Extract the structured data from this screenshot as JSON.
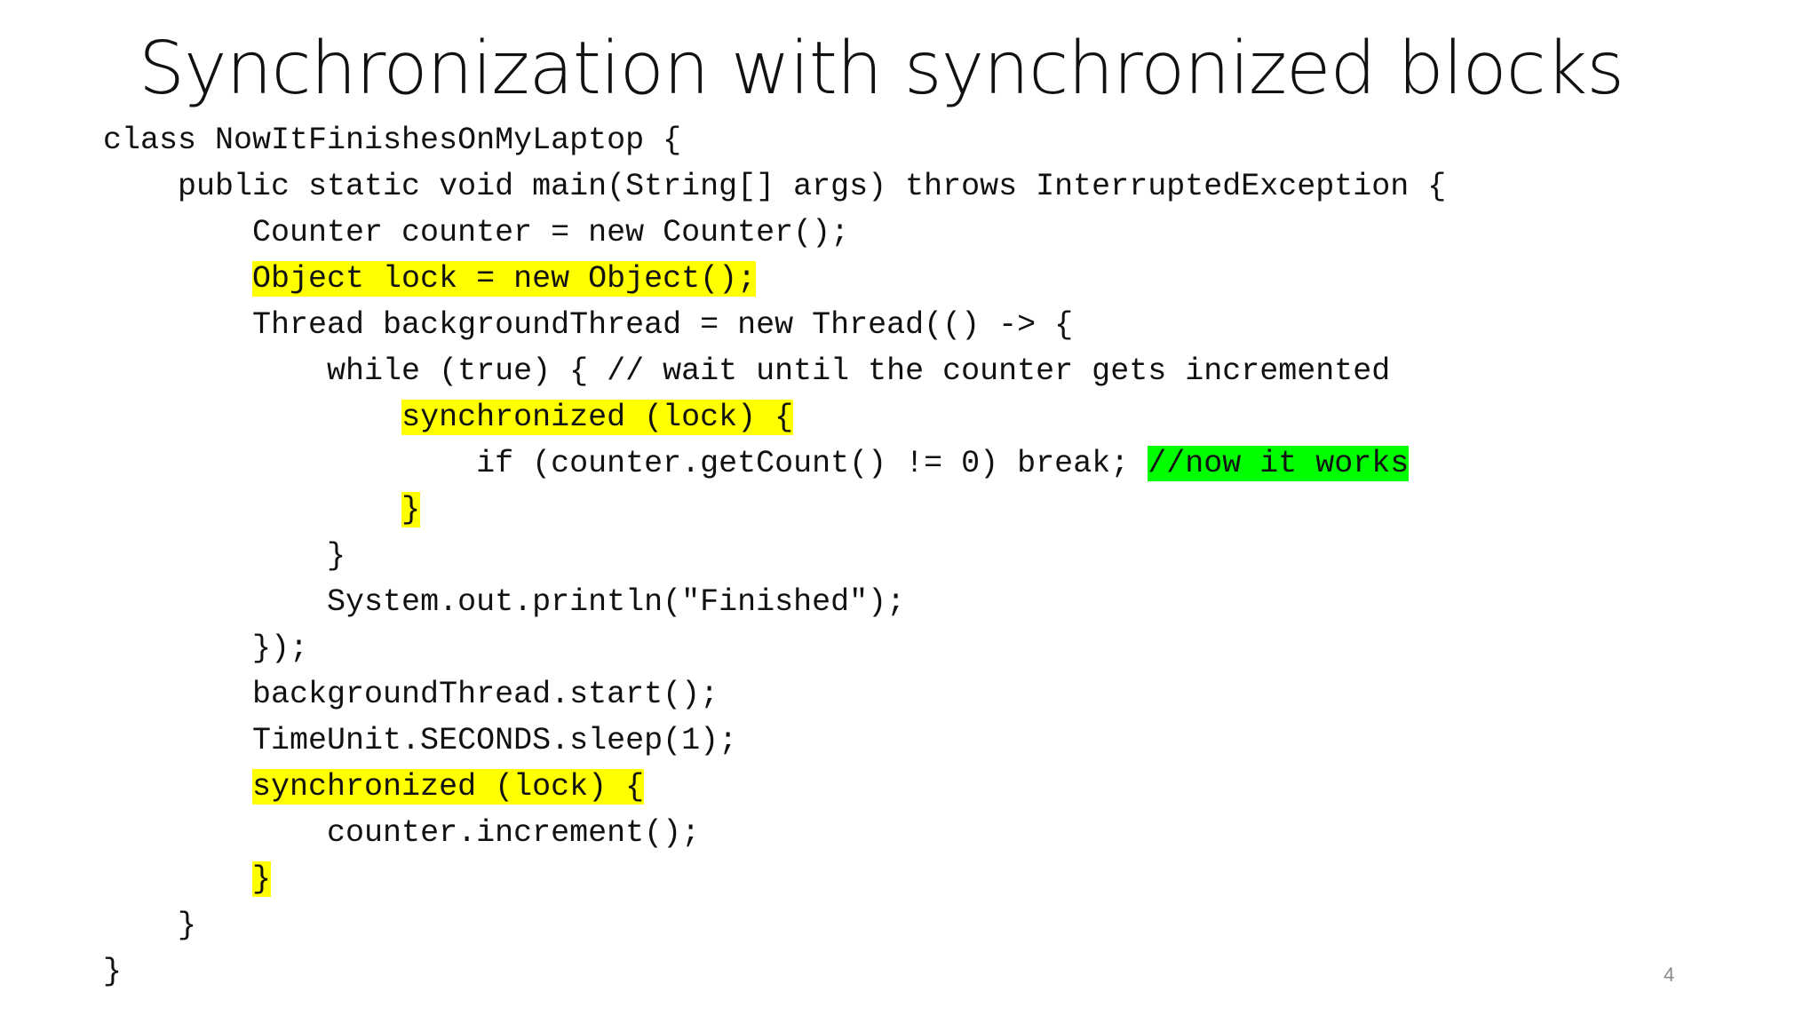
{
  "slide": {
    "title": "Synchronization with synchronized blocks",
    "page_number": "4",
    "highlight_colors": {
      "yellow": "#ffff00",
      "green": "#00ff00"
    }
  },
  "code": {
    "lines": [
      {
        "indent": "",
        "segments": [
          {
            "text": "class NowItFinishesOnMyLaptop {",
            "highlight": "none"
          }
        ]
      },
      {
        "indent": "    ",
        "segments": [
          {
            "text": "public static void main(String[] args) throws InterruptedException {",
            "highlight": "none"
          }
        ]
      },
      {
        "indent": "        ",
        "segments": [
          {
            "text": "Counter counter = new Counter();",
            "highlight": "none"
          }
        ]
      },
      {
        "indent": "        ",
        "segments": [
          {
            "text": "Object lock = new Object();",
            "highlight": "yellow"
          }
        ]
      },
      {
        "indent": "        ",
        "segments": [
          {
            "text": "Thread backgroundThread = new Thread(() -> {",
            "highlight": "none"
          }
        ]
      },
      {
        "indent": "            ",
        "segments": [
          {
            "text": "while (true) { // wait until the counter gets incremented",
            "highlight": "none"
          }
        ]
      },
      {
        "indent": "                ",
        "segments": [
          {
            "text": "synchronized (lock) {",
            "highlight": "yellow"
          }
        ]
      },
      {
        "indent": "                    ",
        "segments": [
          {
            "text": "if (counter.getCount() != 0) break; ",
            "highlight": "none"
          },
          {
            "text": "//now it works",
            "highlight": "green"
          }
        ]
      },
      {
        "indent": "                ",
        "segments": [
          {
            "text": "}",
            "highlight": "yellow"
          }
        ]
      },
      {
        "indent": "            ",
        "segments": [
          {
            "text": "}",
            "highlight": "none"
          }
        ]
      },
      {
        "indent": "            ",
        "segments": [
          {
            "text": "System.out.println(\"Finished\");",
            "highlight": "none"
          }
        ]
      },
      {
        "indent": "        ",
        "segments": [
          {
            "text": "});",
            "highlight": "none"
          }
        ]
      },
      {
        "indent": "        ",
        "segments": [
          {
            "text": "backgroundThread.start();",
            "highlight": "none"
          }
        ]
      },
      {
        "indent": "        ",
        "segments": [
          {
            "text": "TimeUnit.SECONDS.sleep(1);",
            "highlight": "none"
          }
        ]
      },
      {
        "indent": "        ",
        "segments": [
          {
            "text": "synchronized (lock) {",
            "highlight": "yellow"
          }
        ]
      },
      {
        "indent": "            ",
        "segments": [
          {
            "text": "counter.increment();",
            "highlight": "none"
          }
        ]
      },
      {
        "indent": "        ",
        "segments": [
          {
            "text": "}",
            "highlight": "yellow"
          }
        ]
      },
      {
        "indent": "    ",
        "segments": [
          {
            "text": "}",
            "highlight": "none"
          }
        ]
      },
      {
        "indent": "",
        "segments": [
          {
            "text": "}",
            "highlight": "none"
          }
        ]
      }
    ]
  }
}
